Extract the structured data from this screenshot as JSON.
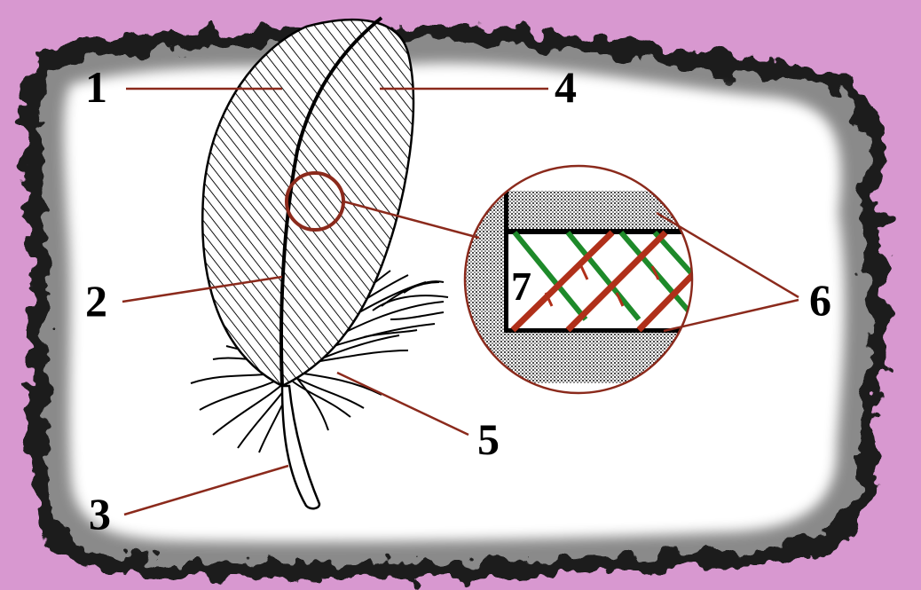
{
  "diagram": {
    "colors": {
      "background": "#d898d0",
      "paper": "#ffffff",
      "paper_edge": "#2a2a2a",
      "leader_line": "#8b2a1c",
      "barb_green": "#1e8a2a",
      "barb_red": "#b0301a",
      "feather_ink": "#000000"
    },
    "labels": [
      {
        "id": "label-1",
        "text": "1"
      },
      {
        "id": "label-2",
        "text": "2"
      },
      {
        "id": "label-3",
        "text": "3"
      },
      {
        "id": "label-4",
        "text": "4"
      },
      {
        "id": "label-5",
        "text": "5"
      },
      {
        "id": "label-6",
        "text": "6"
      },
      {
        "id": "label-7",
        "text": "7"
      }
    ]
  }
}
